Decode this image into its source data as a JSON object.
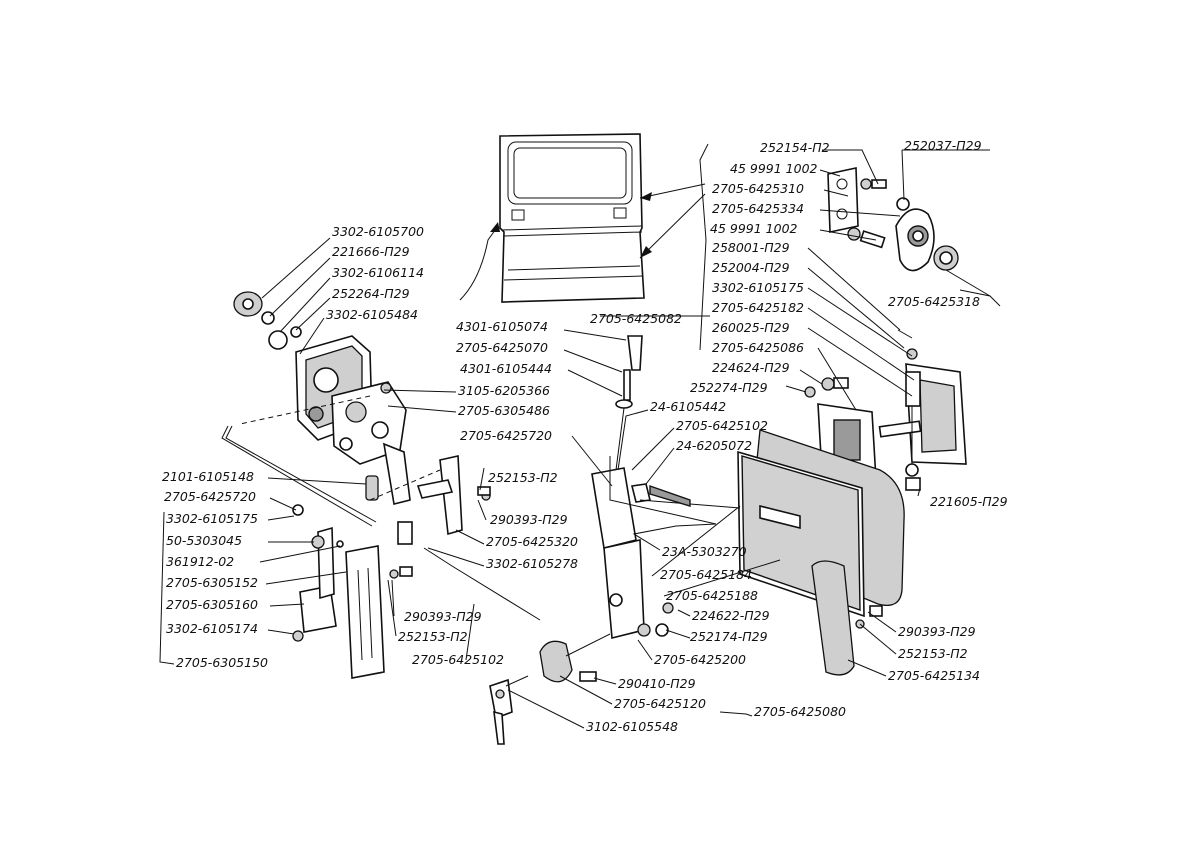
{
  "labels": {
    "p252154": "252154-П2",
    "p252037": "252037-П29",
    "p459991002_a": "45 9991 1002",
    "p2705_6425310": "2705-6425310",
    "p2705_6425334": "2705-6425334",
    "p459991002_b": "45 9991 1002",
    "p258001": "258001-П29",
    "p252004": "252004-П29",
    "p3302_6105175_r": "3302-6105175",
    "p2705_6425182": "2705-6425182",
    "p260025": "260025-П29",
    "p2705_6425086": "2705-6425086",
    "p2705_6425318": "2705-6425318",
    "p224624": "224624-П29",
    "p252274": "252274-П29",
    "p221605": "221605-П29",
    "p3302_6105700": "3302-6105700",
    "p221666": "221666-П29",
    "p3302_6106114": "3302-6106114",
    "p252264": "252264-П29",
    "p3302_6105484": "3302-6105484",
    "p3105_6205366": "3105-6205366",
    "p2705_6305486": "2705-6305486",
    "p2705_6425082": "2705-6425082",
    "p4301_6105074": "4301-6105074",
    "p2705_6425070": "2705-6425070",
    "p4301_6105444": "4301-6105444",
    "p24_6105442": "24-6105442",
    "p2705_6425102_top": "2705-6425102",
    "p24_6205072": "24-6205072",
    "p2705_6425720_mid": "2705-6425720",
    "p252153_mid": "252153-П2",
    "p290393_mid": "290393-П29",
    "p2705_6425320": "2705-6425320",
    "p3302_6105278": "3302-6105278",
    "p23A_5303270": "23А-5303270",
    "p2705_6425184": "2705-6425184",
    "p2705_6425188": "2705-6425188",
    "p224622": "224622-П29",
    "p252174": "252174-П29",
    "p2705_6425200": "2705-6425200",
    "p290410": "290410-П29",
    "p2705_6425120": "2705-6425120",
    "p2705_6425080": "2705-6425080",
    "p3102_6105548": "3102-6105548",
    "p2101_6105148": "2101-6105148",
    "p2705_6425720_left": "2705-6425720",
    "p3302_6105175_left": "3302-6105175",
    "p50_5303045": "50-5303045",
    "p361912": "361912-02",
    "p2705_6305152": "2705-6305152",
    "p2705_6305160": "2705-6305160",
    "p3302_6105174": "3302-6105174",
    "p2705_6305150": "2705-6305150",
    "p290393_low": "290393-П29",
    "p252153_low": "252153-П2",
    "p2705_6425102_low": "2705-6425102",
    "p290393_right": "290393-П29",
    "p252153_right": "252153-П2",
    "p2705_6425134": "2705-6425134"
  }
}
